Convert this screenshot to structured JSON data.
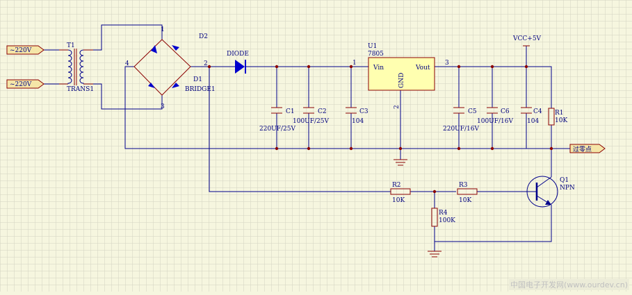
{
  "ports": {
    "ac_in_1": "~220V",
    "ac_in_2": "~220V",
    "vcc": "VCC+5V",
    "zero_cross": "过零点"
  },
  "parts": {
    "transformer": {
      "ref": "T1",
      "value": "TRANS1"
    },
    "bridge": {
      "ref": "D1",
      "value": "BRIDGE1",
      "pin1": "1",
      "pin2": "2",
      "pin3": "3",
      "pin4": "4"
    },
    "diode": {
      "ref": "D2",
      "value": "DIODE"
    },
    "c1": {
      "ref": "C1",
      "value": "220UF/25V"
    },
    "c2": {
      "ref": "C2",
      "value": "100UF/25V"
    },
    "c3": {
      "ref": "C3",
      "value": "104"
    },
    "regulator": {
      "ref": "U1",
      "value": "7805",
      "vin": "Vin",
      "vout": "Vout",
      "gnd": "GND",
      "pin1": "1",
      "pin2": "2",
      "pin3": "3"
    },
    "c5": {
      "ref": "C5",
      "value": "220UF/16V"
    },
    "c6": {
      "ref": "C6",
      "value": "100UF/16V"
    },
    "c4": {
      "ref": "C4",
      "value": "104"
    },
    "r1": {
      "ref": "R1",
      "value": "10K"
    },
    "r2": {
      "ref": "R2",
      "value": "10K"
    },
    "r3": {
      "ref": "R3",
      "value": "10K"
    },
    "r4": {
      "ref": "R4",
      "value": "100K"
    },
    "q1": {
      "ref": "Q1",
      "value": "NPN"
    }
  },
  "watermark": "中国电子开发网(www.ourdev.cn)",
  "colors": {
    "background": "#f6f6df",
    "grid": "#d3d3c0",
    "wire": "#00008b",
    "component": "#8b0000",
    "port_fill": "#f5e6a8",
    "regulator_fill": "#ffffb0",
    "diode_fill": "#0000cc"
  }
}
